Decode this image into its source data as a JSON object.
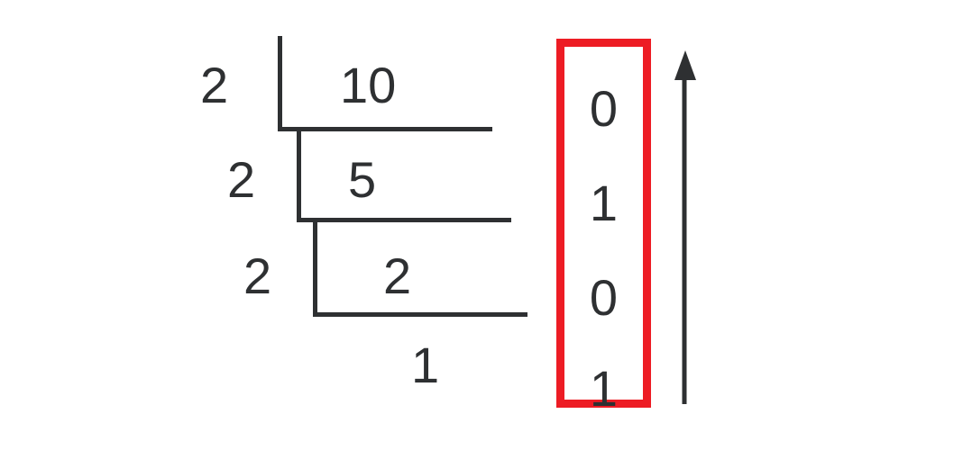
{
  "diagram": {
    "type": "repeated-division-by-2",
    "title": "",
    "base": 2,
    "start_value": 10,
    "final_quotient": 1,
    "line_color": "#2e3032",
    "highlight_color": "#ed1c24",
    "background_color": "#ffffff",
    "steps": [
      {
        "divisor": "2",
        "dividend": "10",
        "remainder": "0"
      },
      {
        "divisor": "2",
        "dividend": "5",
        "remainder": "1"
      },
      {
        "divisor": "2",
        "dividend": "2",
        "remainder": "0"
      }
    ],
    "final": {
      "quotient": "1",
      "remainder": "1"
    },
    "remainder_column": {
      "digits": [
        "0",
        "1",
        "0",
        "1"
      ],
      "read_direction": "bottom-to-top",
      "result": "1010"
    },
    "arrow": {
      "name": "read-direction-arrow",
      "direction": "up"
    }
  }
}
